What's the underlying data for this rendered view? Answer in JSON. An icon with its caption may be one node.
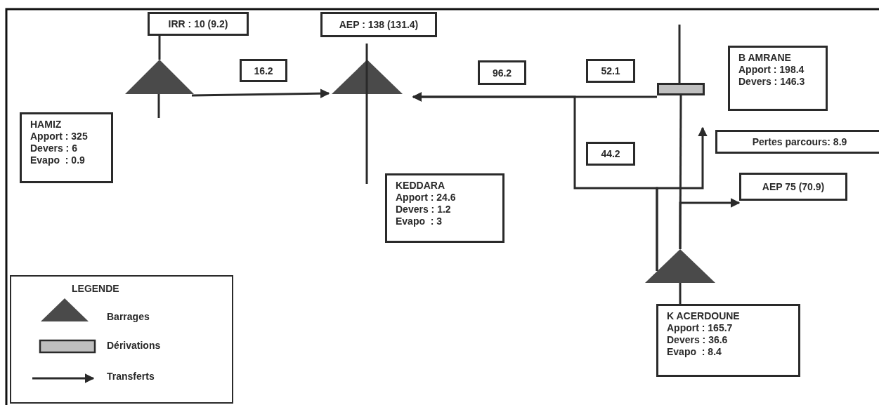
{
  "diagram": {
    "nodes": [
      {
        "text": [
          "IRR : 10 (9.2)"
        ]
      },
      {
        "text": [
          "AEP : 138 (131.4)"
        ]
      },
      {
        "text": [
          "HAMIZ",
          "Apport : 325",
          "Devers : 6",
          "Evapo  : 0.9"
        ]
      },
      {
        "text": [],
        "shape": "triangle"
      },
      {
        "text": [],
        "shape": "triangle"
      },
      {
        "text": [
          "KEDDARA",
          "Apport : 24.6",
          "Devers : 1.2",
          "Evapo  : 3"
        ]
      },
      {
        "text": [
          "B AMRANE",
          "Apport : 198.4",
          "Devers : 146.3"
        ]
      },
      {
        "text": [],
        "shape": "bar"
      },
      {
        "text": [
          "Pertes parcours: 8.9"
        ]
      },
      {
        "text": [
          "AEP 75 (70.9)"
        ]
      },
      {
        "text": [],
        "shape": "triangle"
      },
      {
        "text": [
          "K ACERDOUNE",
          "Apport : 165.7",
          "Devers : 36.6",
          "Evapo  : 8.4"
        ]
      }
    ],
    "edges": [
      {
        "from": 0,
        "to": 3,
        "arrow": "none"
      },
      {
        "from": 3,
        "to": 4,
        "arrow": "to",
        "label": "16.2"
      },
      {
        "from": 7,
        "to": 4,
        "arrow": "to",
        "label": "52.1"
      },
      {
        "from": 10,
        "to": 4,
        "arrow": "to",
        "label": "44.2"
      },
      {
        "from": 10,
        "to": 8,
        "arrow": "to"
      },
      {
        "from": 10,
        "to": 9,
        "arrow": "to"
      },
      {
        "from": 7,
        "to": 10,
        "arrow": "none"
      },
      {
        "from": 10,
        "to": 11,
        "arrow": "none"
      }
    ],
    "labels": [
      "96.2",
      "LEGENDE"
    ],
    "legend": [
      {
        "text": "Barrages"
      },
      {
        "text": "Dérivations",
        "color": "#bfbfbf"
      },
      {
        "text": "Transferts"
      }
    ]
  }
}
